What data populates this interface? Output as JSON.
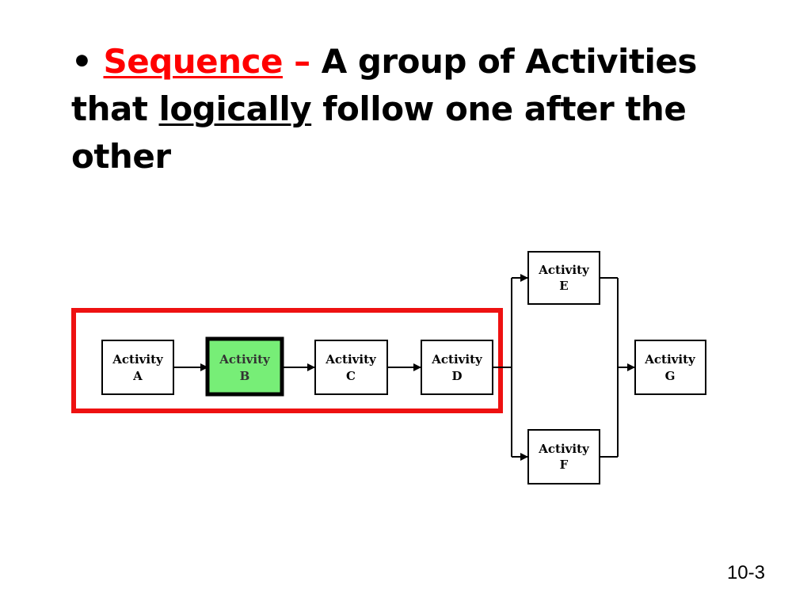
{
  "slide": {
    "bullet": "•",
    "term": "Sequence",
    "dash": "–",
    "definition_part1": "A group of Activities that",
    "emphasis": "logically",
    "definition_part2": "follow one after the other",
    "page_number": "10-3"
  },
  "diagram": {
    "activities": [
      {
        "id": "A",
        "line1": "Activity",
        "line2": "A",
        "highlighted": false
      },
      {
        "id": "B",
        "line1": "Activity",
        "line2": "B",
        "highlighted": true
      },
      {
        "id": "C",
        "line1": "Activity",
        "line2": "C",
        "highlighted": false
      },
      {
        "id": "D",
        "line1": "Activity",
        "line2": "D",
        "highlighted": false
      },
      {
        "id": "E",
        "line1": "Activity",
        "line2": "E",
        "highlighted": false
      },
      {
        "id": "F",
        "line1": "Activity",
        "line2": "F",
        "highlighted": false
      },
      {
        "id": "G",
        "line1": "Activity",
        "line2": "G",
        "highlighted": false
      }
    ],
    "edges": [
      [
        "A",
        "B"
      ],
      [
        "B",
        "C"
      ],
      [
        "C",
        "D"
      ],
      [
        "D",
        "E"
      ],
      [
        "D",
        "F"
      ],
      [
        "E",
        "G"
      ],
      [
        "F",
        "G"
      ]
    ],
    "sequence_group": [
      "A",
      "B",
      "C",
      "D"
    ],
    "colors": {
      "group_outline": "#ee1111",
      "highlight_fill": "#77ee77",
      "highlight_text": "#333333",
      "box_stroke": "#000000"
    }
  }
}
